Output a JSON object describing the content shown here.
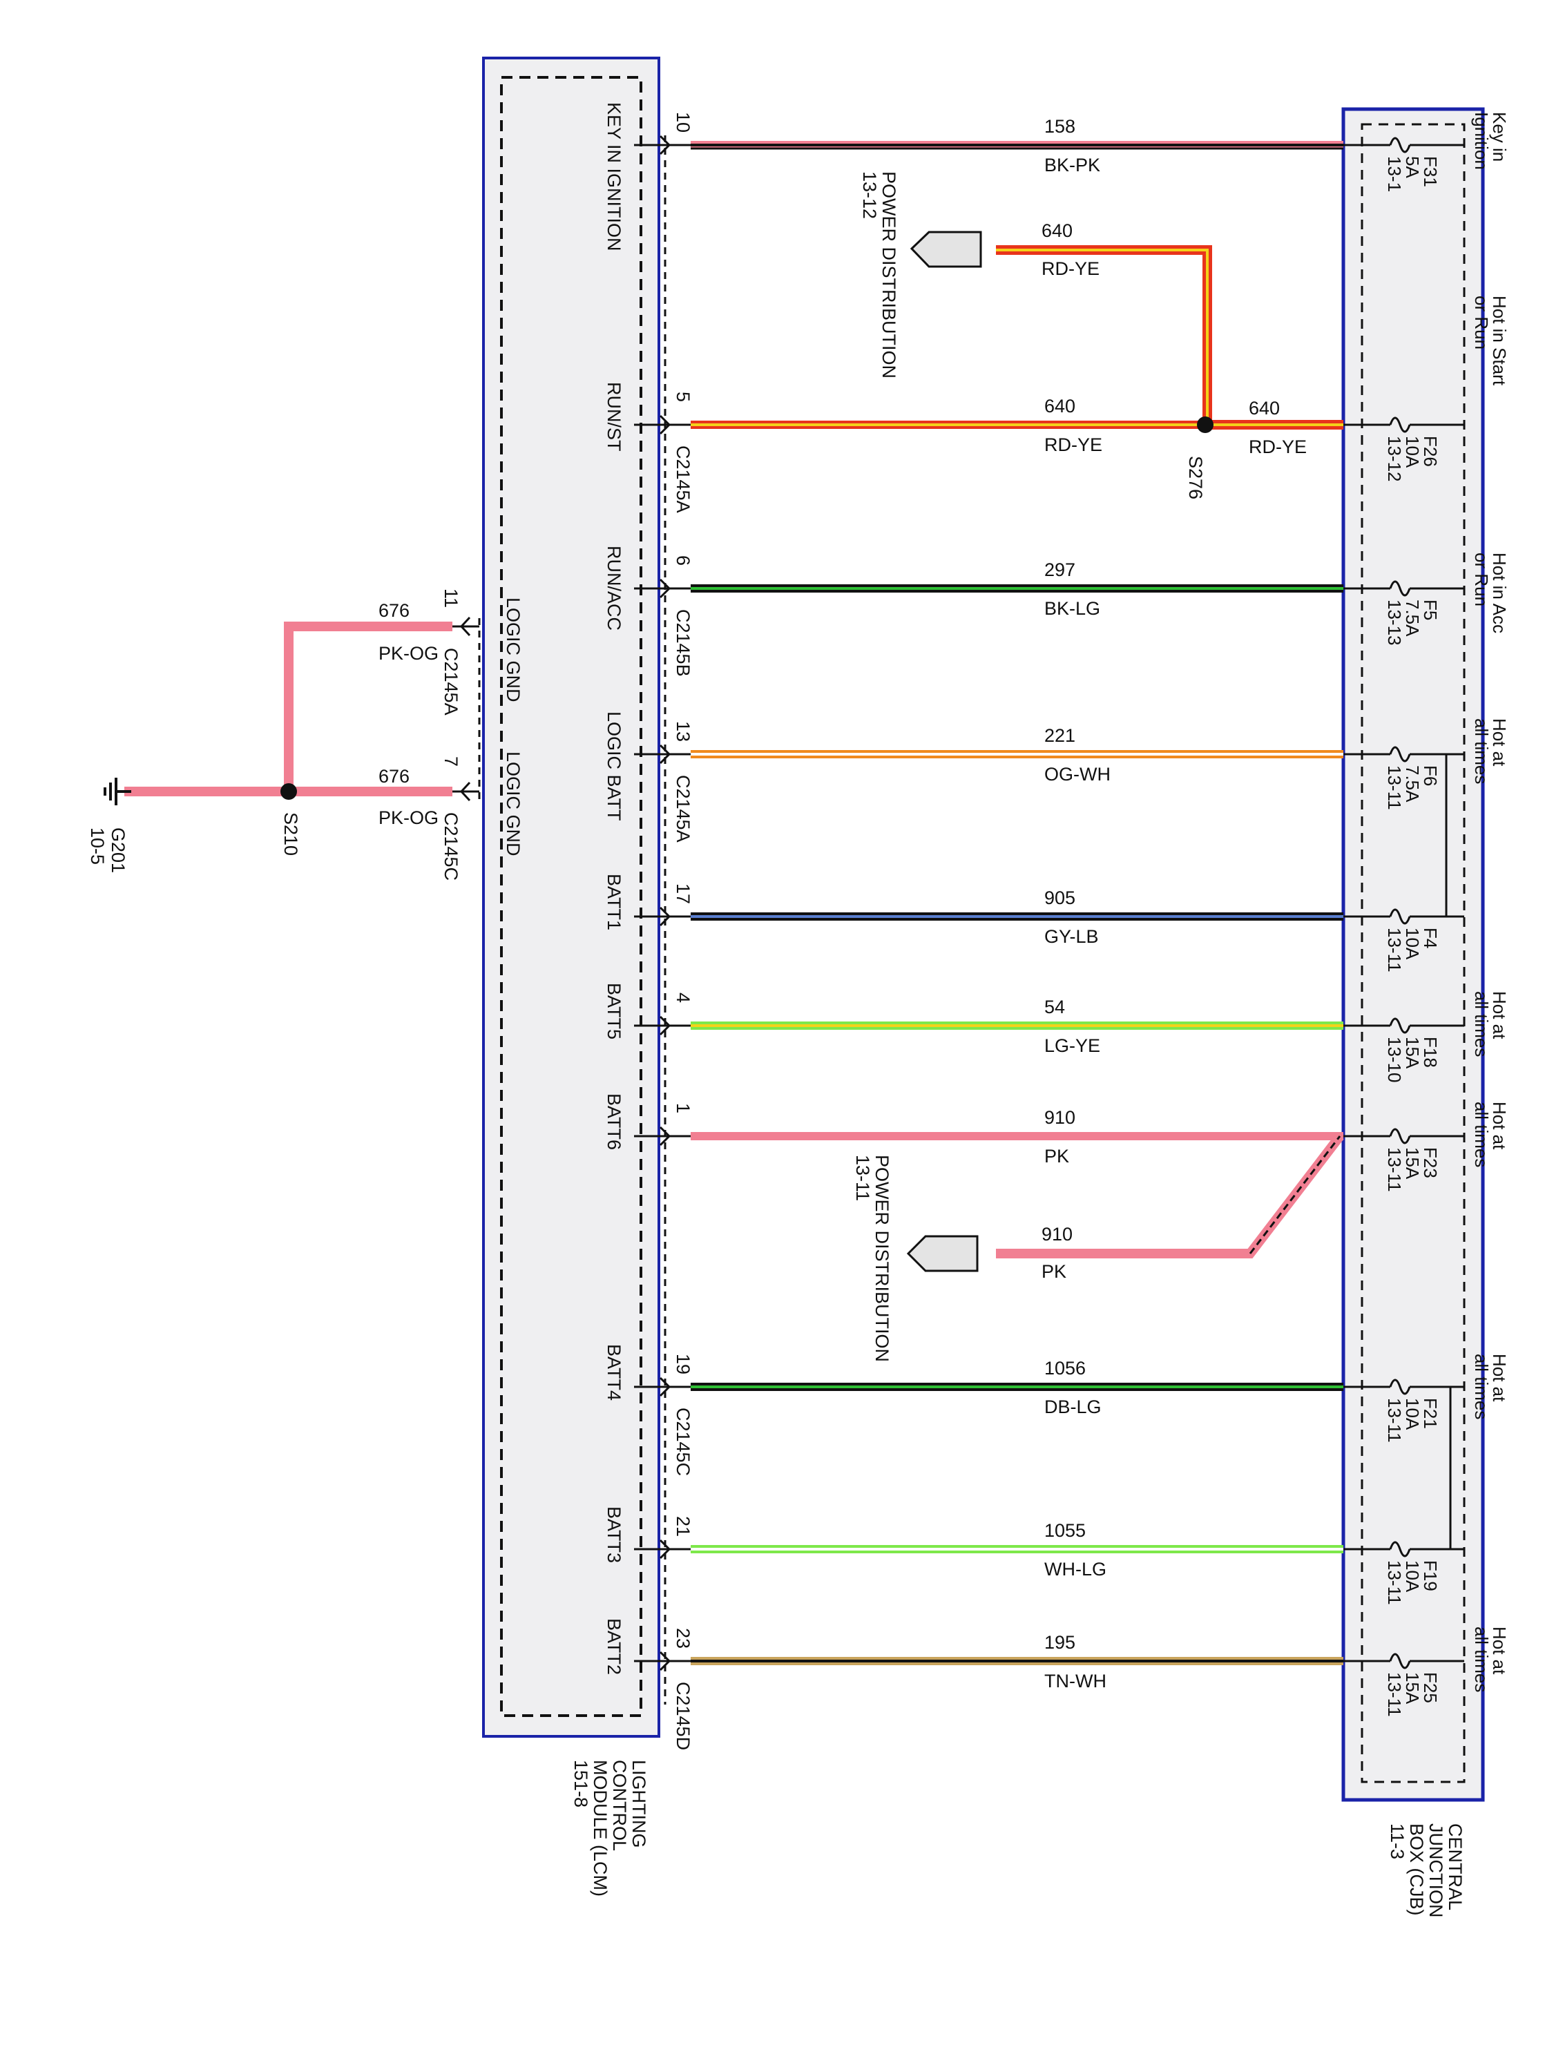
{
  "lcm": {
    "title_lines": [
      "LIGHTING",
      "CONTROL",
      "MODULE (LCM)",
      "151-8"
    ],
    "pins": [
      {
        "pin": "10",
        "label": "KEY IN IGNITION",
        "connector": ""
      },
      {
        "pin": "5",
        "label": "RUN/ST",
        "connector": "C2145A"
      },
      {
        "pin": "6",
        "label": "RUN/ACC",
        "connector": "C2145B"
      },
      {
        "pin": "13",
        "label": "LOGIC BATT",
        "connector": "C2145A"
      },
      {
        "pin": "17",
        "label": "BATT1",
        "connector": ""
      },
      {
        "pin": "4",
        "label": "BATT5",
        "connector": ""
      },
      {
        "pin": "1",
        "label": "BATT6",
        "connector": ""
      },
      {
        "pin": "19",
        "label": "BATT4",
        "connector": "C2145C"
      },
      {
        "pin": "21",
        "label": "BATT3",
        "connector": ""
      },
      {
        "pin": "23",
        "label": "BATT2",
        "connector": "C2145D"
      }
    ],
    "gnd_pins": [
      {
        "pin": "11",
        "label": "LOGIC GND",
        "connector": "C2145A",
        "circuit": "676",
        "color": "PK-OG"
      },
      {
        "pin": "7",
        "label": "LOGIC GND",
        "connector": "C2145C",
        "circuit": "676",
        "color": "PK-OG"
      }
    ]
  },
  "cjb": {
    "title_lines": [
      "CENTRAL",
      "JUNCTION",
      "BOX (CJB)",
      "11-3"
    ],
    "fuses": [
      {
        "name": "F31",
        "amps": "5A",
        "ref": "13-1"
      },
      {
        "name": "F26",
        "amps": "10A",
        "ref": "13-12"
      },
      {
        "name": "F5",
        "amps": "7.5A",
        "ref": "13-13"
      },
      {
        "name": "F6",
        "amps": "7.5A",
        "ref": "13-11"
      },
      {
        "name": "F4",
        "amps": "10A",
        "ref": "13-11"
      },
      {
        "name": "F18",
        "amps": "15A",
        "ref": "13-10"
      },
      {
        "name": "F23",
        "amps": "15A",
        "ref": "13-11"
      },
      {
        "name": "F21",
        "amps": "10A",
        "ref": "13-11"
      },
      {
        "name": "F19",
        "amps": "10A",
        "ref": "13-11"
      },
      {
        "name": "F25",
        "amps": "15A",
        "ref": "13-11"
      }
    ],
    "power_labels": [
      [
        "Key in",
        "Ignition"
      ],
      [
        "Hot in Start",
        "or Run"
      ],
      [
        "Hot in Acc",
        "or Run"
      ],
      [
        "Hot at",
        "all times"
      ],
      [
        "Hot at",
        "all times"
      ],
      [
        "Hot at",
        "all times"
      ],
      [
        "Hot at",
        "all times"
      ],
      [
        "Hot at",
        "all times"
      ]
    ]
  },
  "wires": [
    {
      "circuit": "158",
      "color": "BK-PK"
    },
    {
      "circuit": "640",
      "color": "RD-YE"
    },
    {
      "circuit": "297",
      "color": "BK-LG"
    },
    {
      "circuit": "221",
      "color": "OG-WH"
    },
    {
      "circuit": "905",
      "color": "GY-LB"
    },
    {
      "circuit": "54",
      "color": "LG-YE"
    },
    {
      "circuit": "910",
      "color": "PK"
    },
    {
      "circuit": "1056",
      "color": "DB-LG"
    },
    {
      "circuit": "1055",
      "color": "WH-LG"
    },
    {
      "circuit": "195",
      "color": "TN-WH"
    }
  ],
  "branch_640": {
    "circuit": "640",
    "color": "RD-YE",
    "source": [
      "POWER DISTRIBUTION",
      "13-12"
    ]
  },
  "right_640": {
    "circuit": "640",
    "color": "RD-YE"
  },
  "branch_910": {
    "circuit": "910",
    "color": "PK",
    "source": [
      "POWER DISTRIBUTION",
      "13-11"
    ]
  },
  "splices": {
    "s276": "S276",
    "s210": "S210"
  },
  "ground": {
    "name": "G201",
    "ref": "10-5"
  },
  "ground_wire": {
    "circuit": "676",
    "color": "PK-OG"
  },
  "wire_colors": {
    "red": "#e8341c",
    "yellow": "#f3d21a",
    "black": "#111111",
    "pink": "#f17f92",
    "green": "#2fbf35",
    "light_green": "#7ee84a",
    "orange": "#f08a1e",
    "gray": "#8e8e8e",
    "blue": "#5a7fd0",
    "dark_blue": "#1e2f7a",
    "tan": "#c9a45c",
    "white": "#ffffff",
    "box_border": "#1a23a8",
    "box_fill": "#efeff1"
  }
}
